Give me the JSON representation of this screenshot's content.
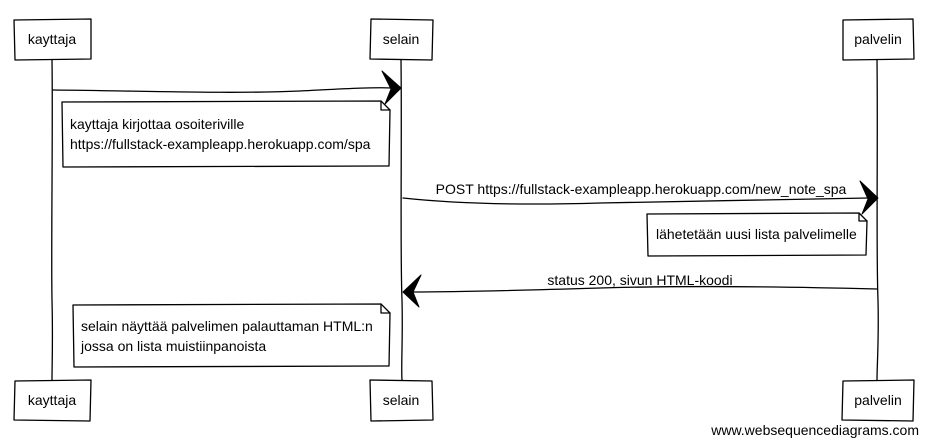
{
  "participants": [
    {
      "id": "kayttaja",
      "label": "kayttaja"
    },
    {
      "id": "selain",
      "label": "selain"
    },
    {
      "id": "palvelin",
      "label": "palvelin"
    }
  ],
  "messages": [
    {
      "from": "kayttaja",
      "to": "selain",
      "label": ""
    },
    {
      "from": "selain",
      "to": "palvelin",
      "label": "POST https://fullstack-exampleapp.herokuapp.com/new_note_spa"
    },
    {
      "from": "palvelin",
      "to": "selain",
      "label": "status 200, sivun HTML-koodi"
    }
  ],
  "notes": [
    {
      "anchor": "kayttaja-selain",
      "lines": [
        "kayttaja kirjottaa osoiteriville",
        "https://fullstack-exampleapp.herokuapp.com/spa"
      ]
    },
    {
      "anchor": "palvelin",
      "lines": [
        "lähetetään uusi lista palvelimelle"
      ]
    },
    {
      "anchor": "kayttaja-selain",
      "lines": [
        "selain näyttää palvelimen palauttaman HTML:n",
        "jossa on lista muistiinpanoista"
      ]
    }
  ],
  "watermark": "www.websequencediagrams.com"
}
